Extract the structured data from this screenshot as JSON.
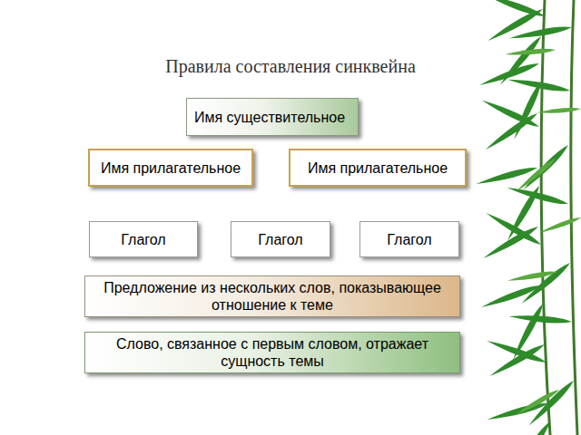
{
  "diagram": {
    "title": "Правила составления синквейна",
    "nodes": [
      {
        "text": [
          "Имя существительное"
        ]
      },
      {
        "text": [
          "Имя прилагательное"
        ]
      },
      {
        "text": [
          "Имя прилагательное"
        ]
      },
      {
        "text": [
          "Глагол"
        ]
      },
      {
        "text": [
          "Глагол"
        ]
      },
      {
        "text": [
          "Глагол"
        ]
      },
      {
        "text": [
          "Предложение из нескольких слов, показывающее отношение к теме"
        ]
      },
      {
        "text": [
          "Слово, связанное с первым словом, отражает сущность темы"
        ]
      }
    ]
  }
}
